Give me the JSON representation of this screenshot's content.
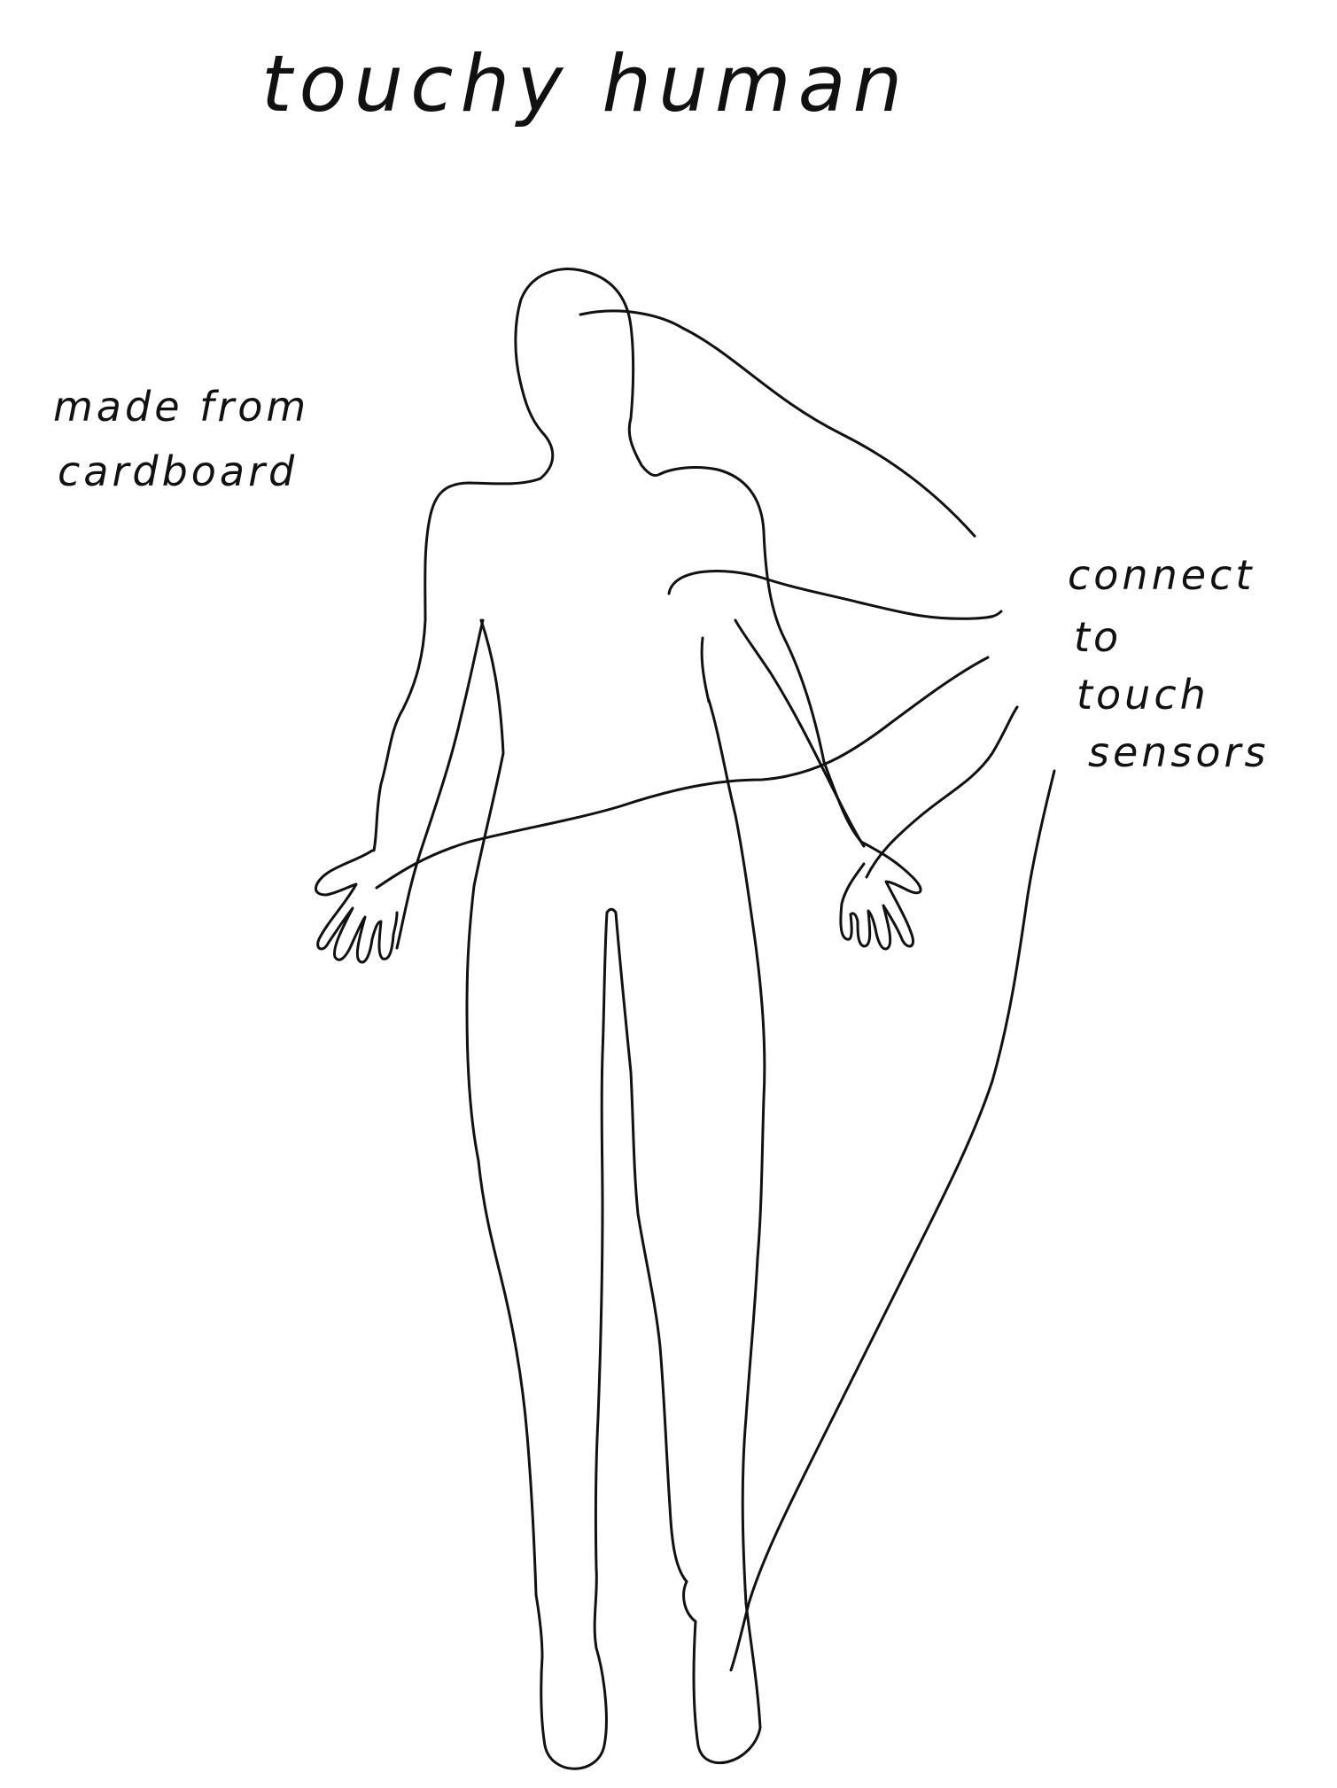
{
  "title": "touchy human",
  "notes": {
    "material": [
      "made from",
      "cardboard"
    ],
    "connection": [
      "connect",
      "to",
      "touch",
      "sensors"
    ]
  },
  "colors": {
    "ink": "#111111",
    "paper": "#ffffff"
  }
}
